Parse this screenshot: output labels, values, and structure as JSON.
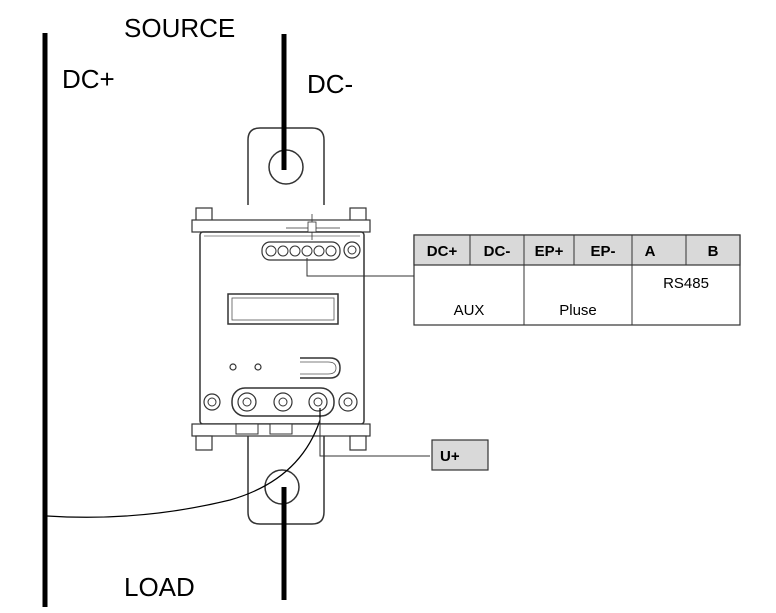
{
  "labels": {
    "source": "SOURCE",
    "load": "LOAD",
    "dc_plus_wire": "DC+",
    "dc_minus_wire": "DC-"
  },
  "terminal_table": {
    "headers": [
      "DC+",
      "DC-",
      "EP+",
      "EP-",
      "A",
      "B"
    ],
    "groups": [
      "AUX",
      "Pluse",
      "RS485"
    ]
  },
  "voltage_terminal": "U+",
  "colors": {
    "line": "#000000",
    "header_fill": "#d9d9d9",
    "device_stroke": "#333333"
  }
}
